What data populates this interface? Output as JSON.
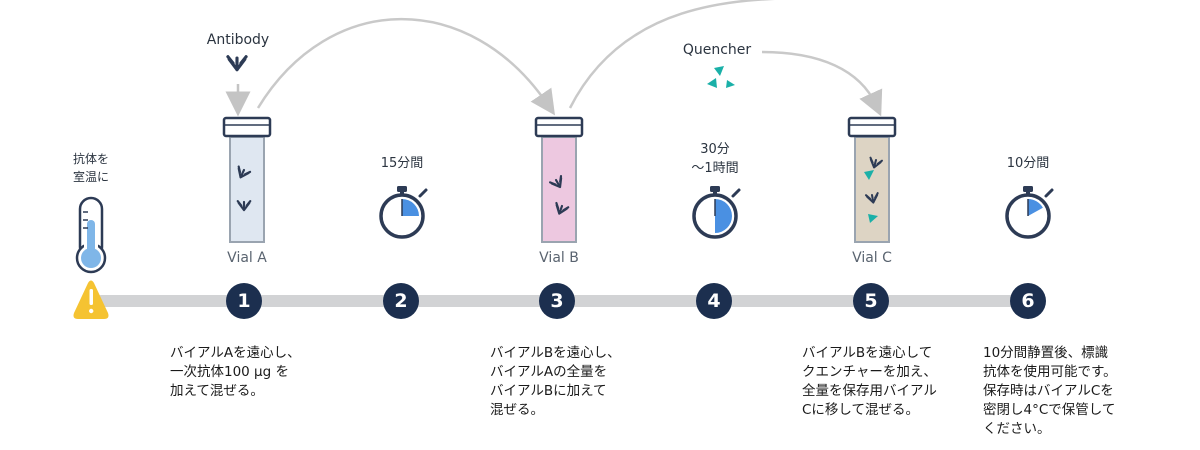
{
  "top_labels": {
    "antibody": "Antibody",
    "quencher": "Quencher"
  },
  "pre_step": {
    "lines": [
      "抗体を",
      "室温に"
    ]
  },
  "vials": [
    {
      "label": "Vial A",
      "color": "#dfe7f1"
    },
    {
      "label": "Vial B",
      "color": "#edc8e0"
    },
    {
      "label": "Vial C",
      "color": "#ddd4c4"
    }
  ],
  "timers": [
    {
      "lines": [
        "15分間"
      ],
      "fraction": 0.25
    },
    {
      "lines": [
        "30分",
        "〜1時間"
      ],
      "fraction": 0.5
    },
    {
      "lines": [
        "10分間"
      ],
      "fraction": 0.17
    }
  ],
  "steps": [
    "1",
    "2",
    "3",
    "4",
    "5",
    "6"
  ],
  "descriptions": [
    {
      "lines": [
        "バイアルAを遠心し、",
        "一次抗体100 µg を",
        "加えて混ぜる。"
      ]
    },
    {
      "lines": [
        "バイアルBを遠心し、",
        "バイアルAの全量を",
        "バイアルBに加えて",
        "混ぜる。"
      ]
    },
    {
      "lines": [
        "バイアルBを遠心して",
        "クエンチャーを加え、",
        "全量を保存用バイアル",
        "Cに移して混ぜる。"
      ]
    },
    {
      "lines": [
        "10分間静置後、標識",
        "抗体を使用可能です。",
        "保存時はバイアルCを",
        "密閉し4°Cで保管して",
        "ください。"
      ]
    }
  ],
  "colors": {
    "timeline": "#d2d3d5",
    "step_circle": "#1c2f4f",
    "warning": "#f5c332",
    "antibody": "#2d3b55",
    "quencher": "#1ab0a8",
    "timer_fill": "#4a90e2",
    "thermometer": "#7fb6e8",
    "arrow": "#c9c9c9"
  }
}
